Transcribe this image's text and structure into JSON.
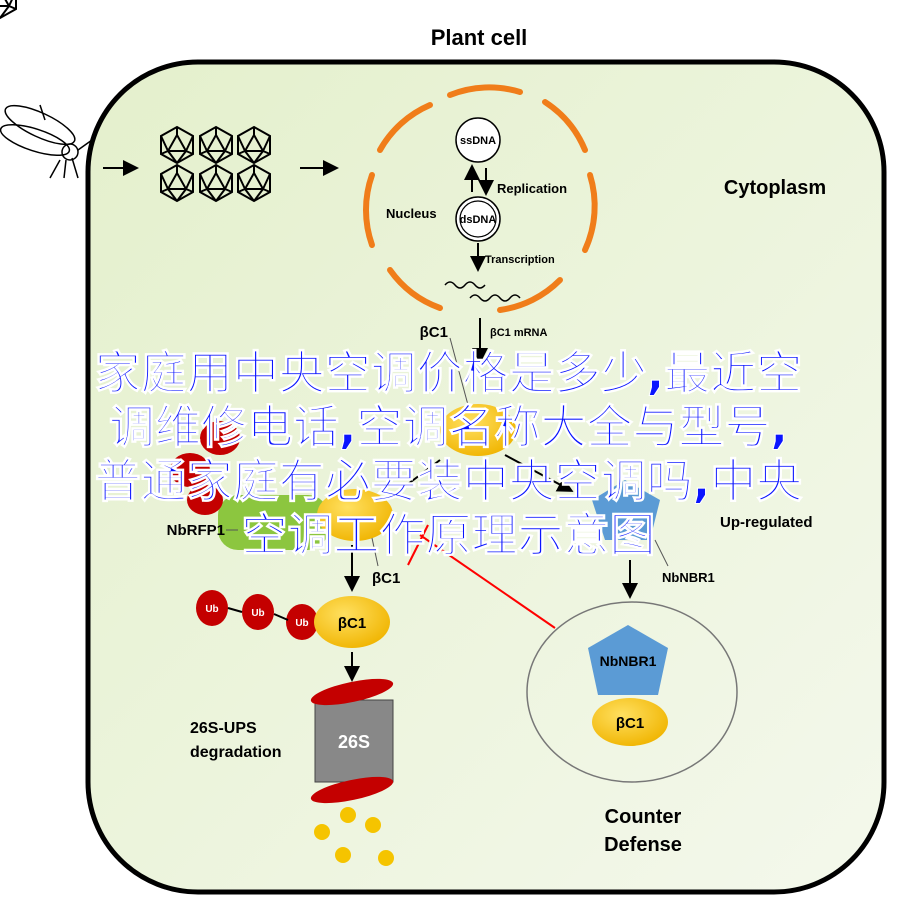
{
  "title": "Plant cell",
  "labels": {
    "cytoplasm": "Cytoplasm",
    "nucleus": "Nucleus",
    "ssdna": "ssDNA",
    "dsdna": "dsDNA",
    "replication": "Replication",
    "transcription": "Transcription",
    "mrna": "βC1 mRNA",
    "bc1": "βC1",
    "nbrfp1": "NbRFP1",
    "nbnbr1": "NbNBR1",
    "ub": "Ub",
    "up_regulated": "Up-regulated",
    "ups_line1": "26S-UPS",
    "ups_line2": "degradation",
    "proteasome": "26S",
    "counter_line1": "Counter",
    "counter_line2": "Defense"
  },
  "colors": {
    "cell_fill": "#e9f3d6",
    "nucleus": "#f07d1a",
    "bc1": "#f5c400",
    "ub": "#c40000",
    "nbrfp1": "#8cc63f",
    "nbnbr1": "#5b9bd5",
    "inhibit_line": "#ff0000",
    "overlay_text": "#0a14ff"
  },
  "overlay": {
    "lines": [
      "家庭用中央空调价格是多少,最近空",
      "调维修电话,空调名称大全与型号,",
      "普通家庭有必要装中央空调吗,中央",
      "空调工作原理示意图"
    ]
  }
}
